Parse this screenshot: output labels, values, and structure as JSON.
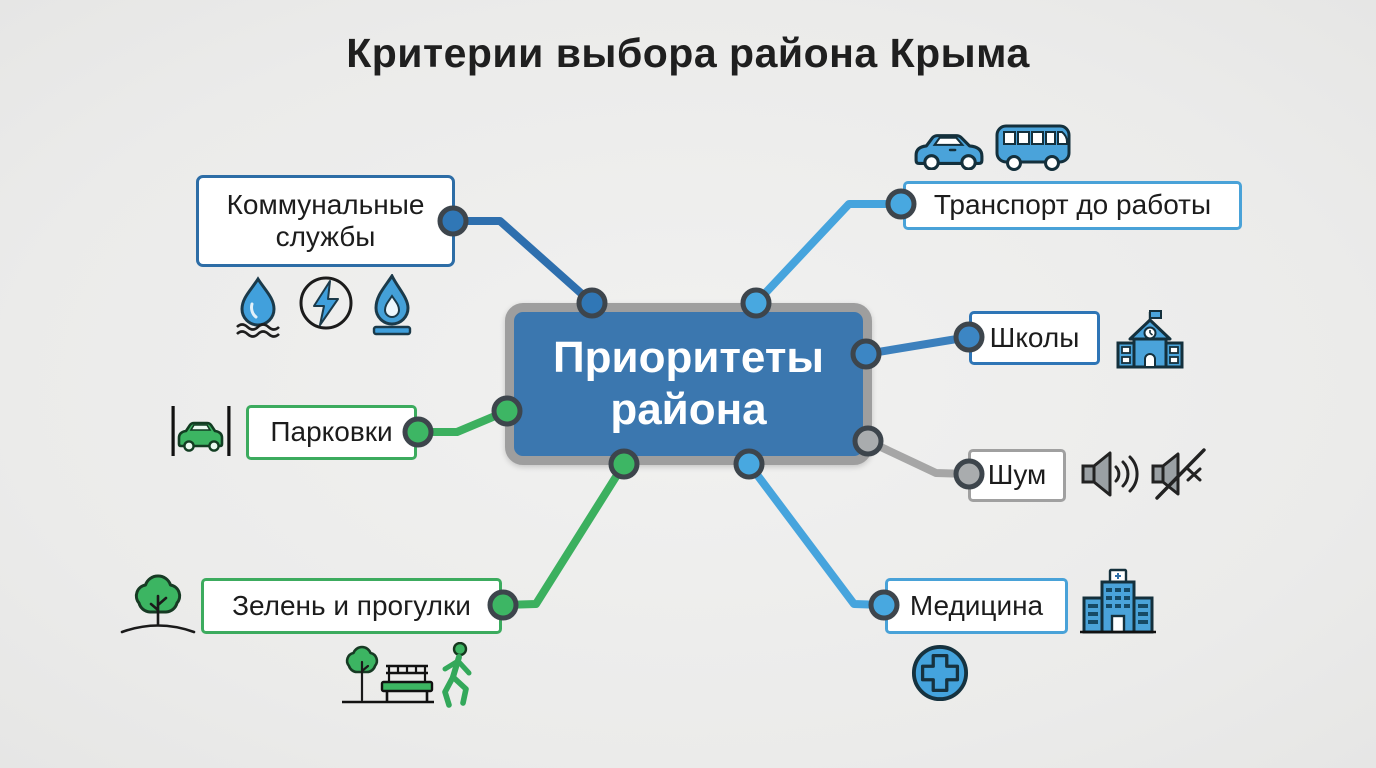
{
  "title": "Критерии выбора района Крыма",
  "center": {
    "label": "Приоритеты района",
    "fill_color": "#3b77af",
    "border_color": "#9e9e9e"
  },
  "nodes": {
    "utilities": {
      "label": "Коммунальные службы",
      "border_color": "#2d6da6",
      "icons": [
        "water-icon",
        "electricity-icon",
        "gas-icon"
      ]
    },
    "transport": {
      "label": "Транспорт до работы",
      "border_color": "#49a2d8",
      "icons": [
        "car-icon",
        "bus-icon"
      ]
    },
    "schools": {
      "label": "Школы",
      "border_color": "#2e75b6",
      "icons": [
        "school-icon"
      ]
    },
    "noise": {
      "label": "Шум",
      "border_color": "#a0a0a0",
      "icons": [
        "speaker-icon",
        "speaker-muted-icon"
      ]
    },
    "parking": {
      "label": "Парковки",
      "border_color": "#3cab5e",
      "icons": [
        "parking-icon"
      ]
    },
    "greenery": {
      "label": "Зелень и прогулки",
      "border_color": "#3cab5e",
      "icons": [
        "tree-icon",
        "tree-bench-icon",
        "walking-person-icon"
      ]
    },
    "medicine": {
      "label": "Медицина",
      "border_color": "#49a2d8",
      "icons": [
        "hospital-icon",
        "medical-cross-icon"
      ]
    }
  },
  "connectors": {
    "utilities": {
      "color": "#2e6fae"
    },
    "transport": {
      "color": "#46a4dd"
    },
    "schools": {
      "color": "#3c80bd"
    },
    "noise": {
      "color": "#a6a6a6"
    },
    "parking": {
      "color": "#3cb05f"
    },
    "greenery": {
      "color": "#3cb05f"
    },
    "medicine": {
      "color": "#46a4dd"
    }
  },
  "colors": {
    "background": "#ededed",
    "title_text": "#1f1f1f",
    "node_text": "#1c1c1c",
    "blue_dark": "#2d6da6",
    "blue_light": "#49a2d8",
    "green": "#3cab5e",
    "gray": "#a0a0a0",
    "dot_outline": "#3d454c"
  }
}
